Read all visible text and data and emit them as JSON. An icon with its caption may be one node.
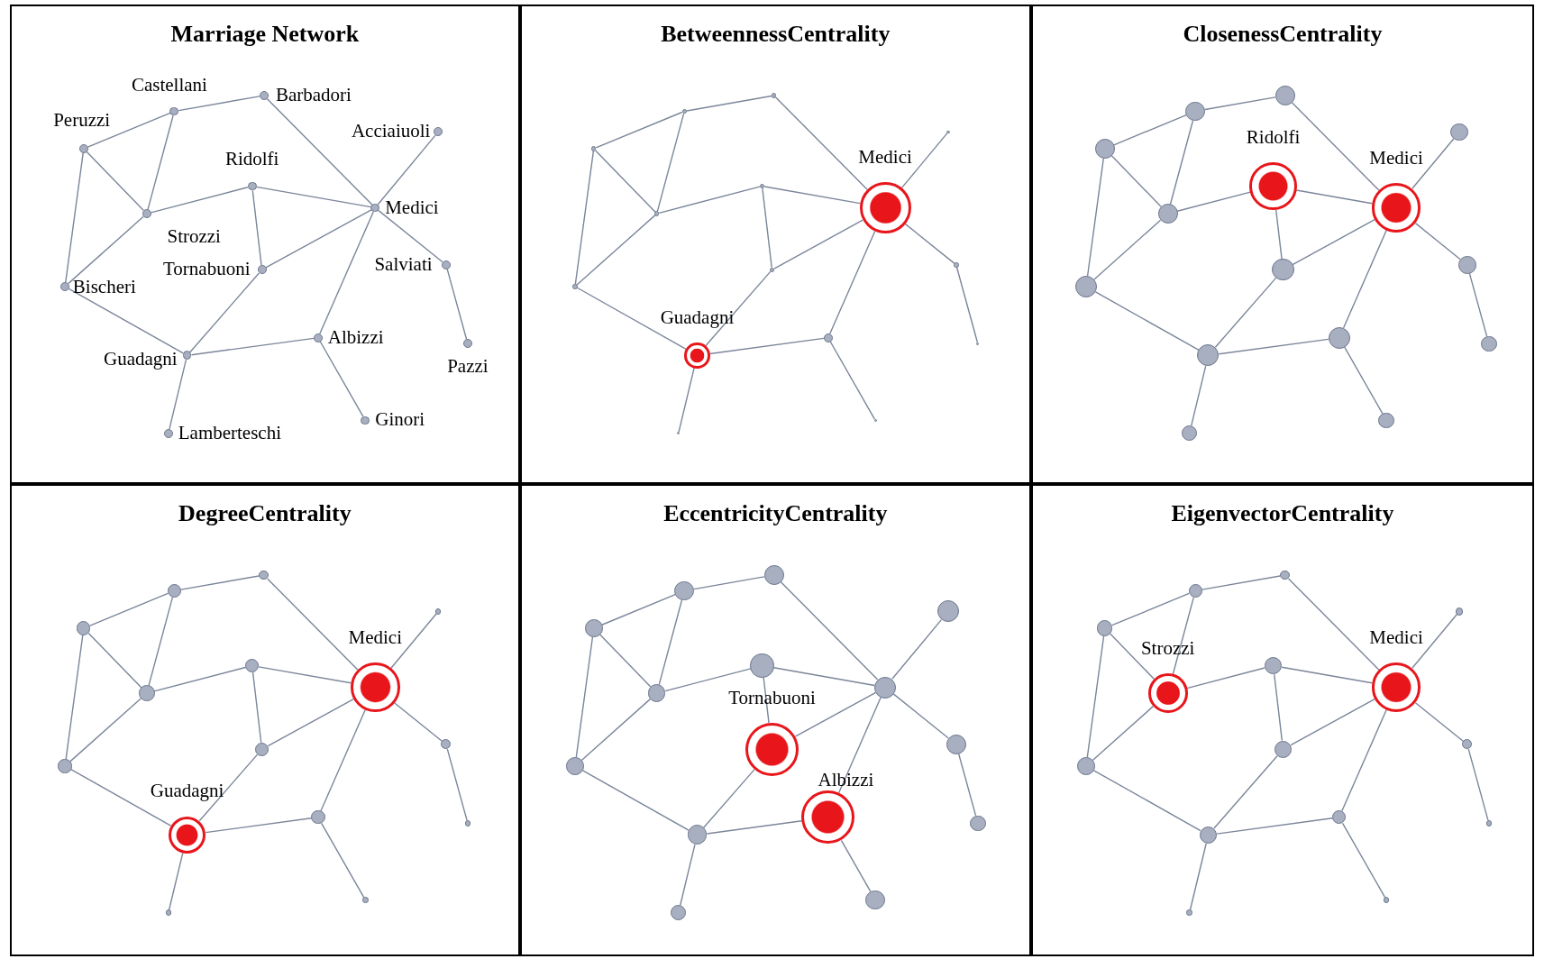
{
  "diagram": {
    "nodes": [
      {
        "text": [
          "Marriage Network"
        ]
      },
      {
        "text": [],
        "shape": "circle",
        "in": 0,
        "beside": [
          "Castellani"
        ]
      },
      {
        "text": [],
        "shape": "circle",
        "in": 0,
        "beside": [
          "Barbadori"
        ]
      },
      {
        "text": [],
        "shape": "circle",
        "in": 0,
        "beside": [
          "Peruzzi"
        ]
      },
      {
        "text": [],
        "shape": "circle",
        "in": 0,
        "beside": [
          "Acciaiuoli"
        ]
      },
      {
        "text": [],
        "shape": "circle",
        "in": 0,
        "beside": [
          "Ridolfi"
        ]
      },
      {
        "text": [],
        "shape": "circle",
        "in": 0,
        "beside": [
          "Medici"
        ]
      },
      {
        "text": [],
        "shape": "circle",
        "in": 0,
        "beside": [
          "Strozzi"
        ]
      },
      {
        "text": [],
        "shape": "circle",
        "in": 0,
        "beside": [
          "Tornabuoni"
        ]
      },
      {
        "text": [],
        "shape": "circle",
        "in": 0,
        "beside": [
          "Salviati"
        ]
      },
      {
        "text": [],
        "shape": "circle",
        "in": 0,
        "beside": [
          "Bischeri"
        ]
      },
      {
        "text": [],
        "shape": "circle",
        "in": 0,
        "beside": [
          "Albizzi"
        ]
      },
      {
        "text": [],
        "shape": "circle",
        "in": 0,
        "beside": [
          "Pazzi"
        ]
      },
      {
        "text": [],
        "shape": "circle",
        "in": 0,
        "beside": [
          "Guadagni"
        ]
      },
      {
        "text": [],
        "shape": "circle",
        "in": 0,
        "beside": [
          "Lamberteschi"
        ]
      },
      {
        "text": [],
        "shape": "circle",
        "in": 0,
        "beside": [
          "Ginori"
        ]
      },
      {
        "text": [
          "BetweennessCentrality"
        ]
      },
      {
        "text": [],
        "shape": "circle",
        "in": 16
      },
      {
        "text": [],
        "shape": "circle",
        "in": 16
      },
      {
        "text": [],
        "shape": "circle",
        "in": 16
      },
      {
        "text": [],
        "shape": "circle",
        "in": 16
      },
      {
        "text": [],
        "shape": "circle",
        "in": 16
      },
      {
        "text": [],
        "shape": "circle",
        "in": 16,
        "beside": [
          "Medici"
        ]
      },
      {
        "text": [],
        "shape": "circle",
        "in": 16
      },
      {
        "text": [],
        "shape": "circle",
        "in": 16
      },
      {
        "text": [],
        "shape": "circle",
        "in": 16
      },
      {
        "text": [],
        "shape": "circle",
        "in": 16
      },
      {
        "text": [],
        "shape": "circle",
        "in": 16
      },
      {
        "text": [],
        "shape": "circle",
        "in": 16
      },
      {
        "text": [],
        "shape": "circle",
        "in": 16,
        "beside": [
          "Guadagni"
        ]
      },
      {
        "text": [],
        "shape": "circle",
        "in": 16
      },
      {
        "text": [],
        "shape": "circle",
        "in": 16
      },
      {
        "text": [
          "ClosenessCentrality"
        ]
      },
      {
        "text": [],
        "shape": "circle",
        "in": 32
      },
      {
        "text": [],
        "shape": "circle",
        "in": 32
      },
      {
        "text": [],
        "shape": "circle",
        "in": 32
      },
      {
        "text": [],
        "shape": "circle",
        "in": 32
      },
      {
        "text": [],
        "shape": "circle",
        "in": 32,
        "beside": [
          "Ridolfi"
        ]
      },
      {
        "text": [],
        "shape": "circle",
        "in": 32,
        "beside": [
          "Medici"
        ]
      },
      {
        "text": [],
        "shape": "circle",
        "in": 32
      },
      {
        "text": [],
        "shape": "circle",
        "in": 32
      },
      {
        "text": [],
        "shape": "circle",
        "in": 32
      },
      {
        "text": [],
        "shape": "circle",
        "in": 32
      },
      {
        "text": [],
        "shape": "circle",
        "in": 32
      },
      {
        "text": [],
        "shape": "circle",
        "in": 32
      },
      {
        "text": [],
        "shape": "circle",
        "in": 32
      },
      {
        "text": [],
        "shape": "circle",
        "in": 32
      },
      {
        "text": [],
        "shape": "circle",
        "in": 32
      },
      {
        "text": [
          "DegreeCentrality"
        ]
      },
      {
        "text": [],
        "shape": "circle",
        "in": 48
      },
      {
        "text": [],
        "shape": "circle",
        "in": 48
      },
      {
        "text": [],
        "shape": "circle",
        "in": 48
      },
      {
        "text": [],
        "shape": "circle",
        "in": 48
      },
      {
        "text": [],
        "shape": "circle",
        "in": 48
      },
      {
        "text": [],
        "shape": "circle",
        "in": 48,
        "beside": [
          "Medici"
        ]
      },
      {
        "text": [],
        "shape": "circle",
        "in": 48
      },
      {
        "text": [],
        "shape": "circle",
        "in": 48
      },
      {
        "text": [],
        "shape": "circle",
        "in": 48
      },
      {
        "text": [],
        "shape": "circle",
        "in": 48
      },
      {
        "text": [],
        "shape": "circle",
        "in": 48
      },
      {
        "text": [],
        "shape": "circle",
        "in": 48
      },
      {
        "text": [],
        "shape": "circle",
        "in": 48,
        "beside": [
          "Guadagni"
        ]
      },
      {
        "text": [],
        "shape": "circle",
        "in": 48
      },
      {
        "text": [],
        "shape": "circle",
        "in": 48
      },
      {
        "text": [
          "EccentricityCentrality"
        ]
      },
      {
        "text": [],
        "shape": "circle",
        "in": 64
      },
      {
        "text": [],
        "shape": "circle",
        "in": 64
      },
      {
        "text": [],
        "shape": "circle",
        "in": 64
      },
      {
        "text": [],
        "shape": "circle",
        "in": 64
      },
      {
        "text": [],
        "shape": "circle",
        "in": 64
      },
      {
        "text": [],
        "shape": "circle",
        "in": 64
      },
      {
        "text": [],
        "shape": "circle",
        "in": 64
      },
      {
        "text": [],
        "shape": "circle",
        "in": 64,
        "beside": [
          "Tornabuoni"
        ]
      },
      {
        "text": [],
        "shape": "circle",
        "in": 64
      },
      {
        "text": [],
        "shape": "circle",
        "in": 64
      },
      {
        "text": [],
        "shape": "circle",
        "in": 64,
        "beside": [
          "Albizzi"
        ]
      },
      {
        "text": [],
        "shape": "circle",
        "in": 64
      },
      {
        "text": [],
        "shape": "circle",
        "in": 64
      },
      {
        "text": [],
        "shape": "circle",
        "in": 64
      },
      {
        "text": [],
        "shape": "circle",
        "in": 64
      },
      {
        "text": [
          "EigenvectorCentrality"
        ]
      },
      {
        "text": [],
        "shape": "circle",
        "in": 80
      },
      {
        "text": [],
        "shape": "circle",
        "in": 80
      },
      {
        "text": [],
        "shape": "circle",
        "in": 80
      },
      {
        "text": [],
        "shape": "circle",
        "in": 80
      },
      {
        "text": [],
        "shape": "circle",
        "in": 80
      },
      {
        "text": [],
        "shape": "circle",
        "in": 80,
        "beside": [
          "Medici"
        ]
      },
      {
        "text": [],
        "shape": "circle",
        "in": 80,
        "beside": [
          "Strozzi"
        ]
      },
      {
        "text": [],
        "shape": "circle",
        "in": 80
      },
      {
        "text": [],
        "shape": "circle",
        "in": 80
      },
      {
        "text": [],
        "shape": "circle",
        "in": 80
      },
      {
        "text": [],
        "shape": "circle",
        "in": 80
      },
      {
        "text": [],
        "shape": "circle",
        "in": 80
      },
      {
        "text": [],
        "shape": "circle",
        "in": 80
      },
      {
        "text": [],
        "shape": "circle",
        "in": 80
      },
      {
        "text": [],
        "shape": "circle",
        "in": 80
      }
    ],
    "edges": [
      {
        "from": 3,
        "to": 1,
        "arrow": "none"
      },
      {
        "from": 1,
        "to": 2,
        "arrow": "none"
      },
      {
        "from": 1,
        "to": 7,
        "arrow": "none"
      },
      {
        "from": 2,
        "to": 6,
        "arrow": "none"
      },
      {
        "from": 4,
        "to": 6,
        "arrow": "none"
      },
      {
        "from": 3,
        "to": 7,
        "arrow": "none"
      },
      {
        "from": 3,
        "to": 10,
        "arrow": "none"
      },
      {
        "from": 7,
        "to": 5,
        "arrow": "none"
      },
      {
        "from": 7,
        "to": 10,
        "arrow": "none"
      },
      {
        "from": 5,
        "to": 6,
        "arrow": "none"
      },
      {
        "from": 5,
        "to": 8,
        "arrow": "none"
      },
      {
        "from": 8,
        "to": 6,
        "arrow": "none"
      },
      {
        "from": 8,
        "to": 13,
        "arrow": "none"
      },
      {
        "from": 6,
        "to": 9,
        "arrow": "none"
      },
      {
        "from": 6,
        "to": 11,
        "arrow": "none"
      },
      {
        "from": 9,
        "to": 12,
        "arrow": "none"
      },
      {
        "from": 10,
        "to": 13,
        "arrow": "none"
      },
      {
        "from": 13,
        "to": 11,
        "arrow": "none"
      },
      {
        "from": 13,
        "to": 14,
        "arrow": "none"
      },
      {
        "from": 11,
        "to": 15,
        "arrow": "none"
      },
      {
        "from": 19,
        "to": 17,
        "arrow": "none"
      },
      {
        "from": 17,
        "to": 18,
        "arrow": "none"
      },
      {
        "from": 17,
        "to": 23,
        "arrow": "none"
      },
      {
        "from": 18,
        "to": 22,
        "arrow": "none"
      },
      {
        "from": 20,
        "to": 22,
        "arrow": "none"
      },
      {
        "from": 19,
        "to": 23,
        "arrow": "none"
      },
      {
        "from": 19,
        "to": 26,
        "arrow": "none"
      },
      {
        "from": 23,
        "to": 21,
        "arrow": "none"
      },
      {
        "from": 23,
        "to": 26,
        "arrow": "none"
      },
      {
        "from": 21,
        "to": 22,
        "arrow": "none"
      },
      {
        "from": 21,
        "to": 24,
        "arrow": "none"
      },
      {
        "from": 24,
        "to": 22,
        "arrow": "none"
      },
      {
        "from": 24,
        "to": 29,
        "arrow": "none"
      },
      {
        "from": 22,
        "to": 25,
        "arrow": "none"
      },
      {
        "from": 22,
        "to": 27,
        "arrow": "none"
      },
      {
        "from": 25,
        "to": 28,
        "arrow": "none"
      },
      {
        "from": 26,
        "to": 29,
        "arrow": "none"
      },
      {
        "from": 29,
        "to": 27,
        "arrow": "none"
      },
      {
        "from": 29,
        "to": 30,
        "arrow": "none"
      },
      {
        "from": 27,
        "to": 31,
        "arrow": "none"
      },
      {
        "from": 35,
        "to": 33,
        "arrow": "none"
      },
      {
        "from": 33,
        "to": 34,
        "arrow": "none"
      },
      {
        "from": 33,
        "to": 39,
        "arrow": "none"
      },
      {
        "from": 34,
        "to": 38,
        "arrow": "none"
      },
      {
        "from": 36,
        "to": 38,
        "arrow": "none"
      },
      {
        "from": 35,
        "to": 39,
        "arrow": "none"
      },
      {
        "from": 35,
        "to": 42,
        "arrow": "none"
      },
      {
        "from": 39,
        "to": 37,
        "arrow": "none"
      },
      {
        "from": 39,
        "to": 42,
        "arrow": "none"
      },
      {
        "from": 37,
        "to": 38,
        "arrow": "none"
      },
      {
        "from": 37,
        "to": 40,
        "arrow": "none"
      },
      {
        "from": 40,
        "to": 38,
        "arrow": "none"
      },
      {
        "from": 40,
        "to": 45,
        "arrow": "none"
      },
      {
        "from": 38,
        "to": 41,
        "arrow": "none"
      },
      {
        "from": 38,
        "to": 43,
        "arrow": "none"
      },
      {
        "from": 41,
        "to": 44,
        "arrow": "none"
      },
      {
        "from": 42,
        "to": 45,
        "arrow": "none"
      },
      {
        "from": 45,
        "to": 43,
        "arrow": "none"
      },
      {
        "from": 45,
        "to": 46,
        "arrow": "none"
      },
      {
        "from": 43,
        "to": 47,
        "arrow": "none"
      },
      {
        "from": 51,
        "to": 49,
        "arrow": "none"
      },
      {
        "from": 49,
        "to": 50,
        "arrow": "none"
      },
      {
        "from": 49,
        "to": 55,
        "arrow": "none"
      },
      {
        "from": 50,
        "to": 54,
        "arrow": "none"
      },
      {
        "from": 52,
        "to": 54,
        "arrow": "none"
      },
      {
        "from": 51,
        "to": 55,
        "arrow": "none"
      },
      {
        "from": 51,
        "to": 58,
        "arrow": "none"
      },
      {
        "from": 55,
        "to": 53,
        "arrow": "none"
      },
      {
        "from": 55,
        "to": 58,
        "arrow": "none"
      },
      {
        "from": 53,
        "to": 54,
        "arrow": "none"
      },
      {
        "from": 53,
        "to": 56,
        "arrow": "none"
      },
      {
        "from": 56,
        "to": 54,
        "arrow": "none"
      },
      {
        "from": 56,
        "to": 61,
        "arrow": "none"
      },
      {
        "from": 54,
        "to": 57,
        "arrow": "none"
      },
      {
        "from": 54,
        "to": 59,
        "arrow": "none"
      },
      {
        "from": 57,
        "to": 60,
        "arrow": "none"
      },
      {
        "from": 58,
        "to": 61,
        "arrow": "none"
      },
      {
        "from": 61,
        "to": 59,
        "arrow": "none"
      },
      {
        "from": 61,
        "to": 62,
        "arrow": "none"
      },
      {
        "from": 59,
        "to": 63,
        "arrow": "none"
      },
      {
        "from": 67,
        "to": 65,
        "arrow": "none"
      },
      {
        "from": 65,
        "to": 66,
        "arrow": "none"
      },
      {
        "from": 65,
        "to": 71,
        "arrow": "none"
      },
      {
        "from": 66,
        "to": 70,
        "arrow": "none"
      },
      {
        "from": 68,
        "to": 70,
        "arrow": "none"
      },
      {
        "from": 67,
        "to": 71,
        "arrow": "none"
      },
      {
        "from": 67,
        "to": 74,
        "arrow": "none"
      },
      {
        "from": 71,
        "to": 69,
        "arrow": "none"
      },
      {
        "from": 71,
        "to": 74,
        "arrow": "none"
      },
      {
        "from": 69,
        "to": 70,
        "arrow": "none"
      },
      {
        "from": 69,
        "to": 72,
        "arrow": "none"
      },
      {
        "from": 72,
        "to": 70,
        "arrow": "none"
      },
      {
        "from": 72,
        "to": 77,
        "arrow": "none"
      },
      {
        "from": 70,
        "to": 73,
        "arrow": "none"
      },
      {
        "from": 70,
        "to": 75,
        "arrow": "none"
      },
      {
        "from": 73,
        "to": 76,
        "arrow": "none"
      },
      {
        "from": 74,
        "to": 77,
        "arrow": "none"
      },
      {
        "from": 77,
        "to": 75,
        "arrow": "none"
      },
      {
        "from": 77,
        "to": 78,
        "arrow": "none"
      },
      {
        "from": 75,
        "to": 79,
        "arrow": "none"
      },
      {
        "from": 83,
        "to": 81,
        "arrow": "none"
      },
      {
        "from": 81,
        "to": 82,
        "arrow": "none"
      },
      {
        "from": 81,
        "to": 87,
        "arrow": "none"
      },
      {
        "from": 82,
        "to": 86,
        "arrow": "none"
      },
      {
        "from": 84,
        "to": 86,
        "arrow": "none"
      },
      {
        "from": 83,
        "to": 87,
        "arrow": "none"
      },
      {
        "from": 83,
        "to": 90,
        "arrow": "none"
      },
      {
        "from": 87,
        "to": 85,
        "arrow": "none"
      },
      {
        "from": 87,
        "to": 90,
        "arrow": "none"
      },
      {
        "from": 85,
        "to": 86,
        "arrow": "none"
      },
      {
        "from": 85,
        "to": 88,
        "arrow": "none"
      },
      {
        "from": 88,
        "to": 86,
        "arrow": "none"
      },
      {
        "from": 88,
        "to": 93,
        "arrow": "none"
      },
      {
        "from": 86,
        "to": 89,
        "arrow": "none"
      },
      {
        "from": 86,
        "to": 91,
        "arrow": "none"
      },
      {
        "from": 89,
        "to": 92,
        "arrow": "none"
      },
      {
        "from": 90,
        "to": 93,
        "arrow": "none"
      },
      {
        "from": 93,
        "to": 91,
        "arrow": "none"
      },
      {
        "from": 93,
        "to": 94,
        "arrow": "none"
      },
      {
        "from": 91,
        "to": 95,
        "arrow": "none"
      }
    ]
  }
}
